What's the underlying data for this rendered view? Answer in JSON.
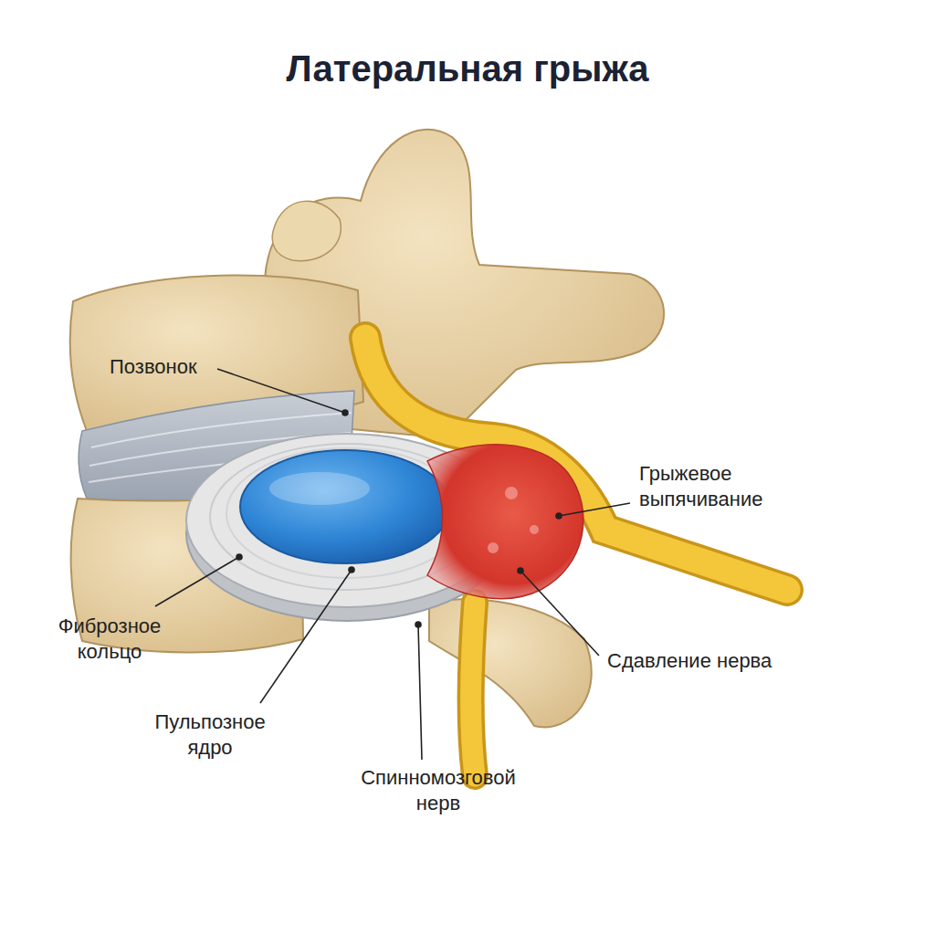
{
  "diagram": {
    "title": "Латеральная грыжа",
    "labels": [
      "Позвонок",
      "Грыжевое выпячивание",
      "Фиброзное кольцо",
      "Пульпозное ядро",
      "Сдавление нерва",
      "Спинномозговой нерв"
    ]
  }
}
